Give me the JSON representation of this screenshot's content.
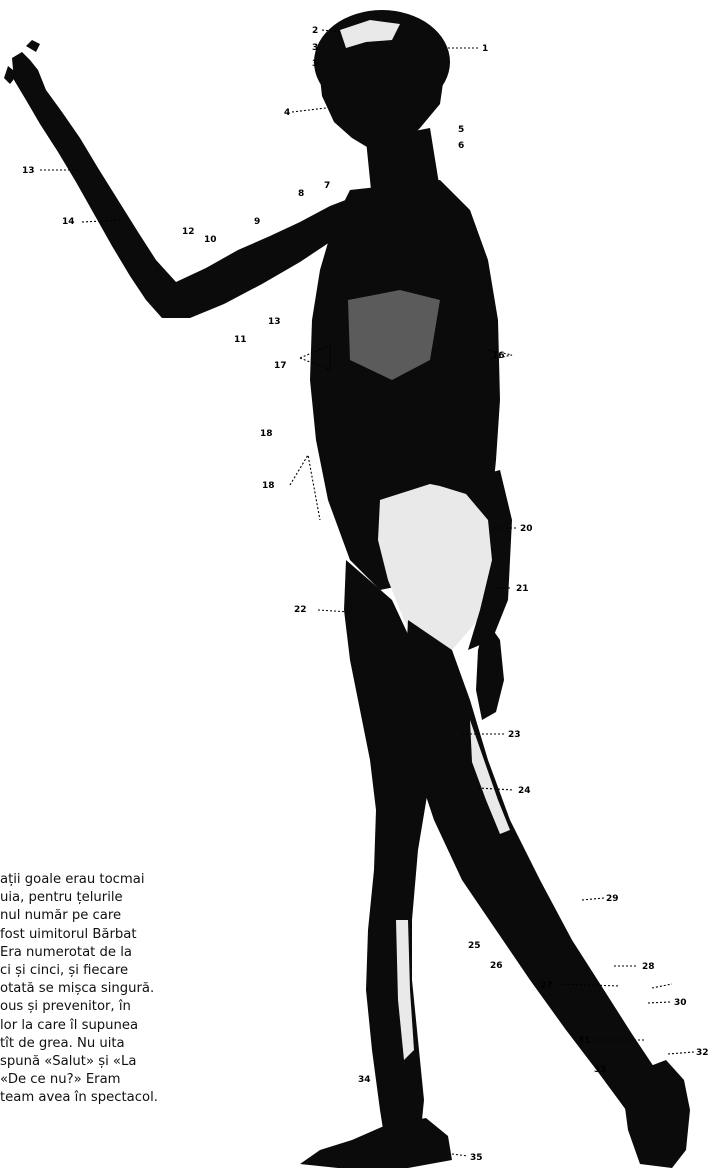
{
  "text": {
    "lines": [
      "ații goale erau tocmai",
      "uia,   pentru   țelurile",
      "nul  număr  pe  care",
      "fost uimitorul Bărbat",
      "Era  numerotat  de  la",
      "ci  și  cinci,  și  fiecare",
      "otată se mișca singură.",
      "ous  și  prevenitor,  în",
      "lor la care îl supunea",
      "tît  de  grea.  Nu  uita",
      "spună  «Salut»  și  «La",
      "«De  ce  nu?»  Eram",
      "team avea în spectacol."
    ]
  },
  "figure": {
    "labels": [
      "1",
      "2",
      "3",
      "3",
      "4",
      "5",
      "6",
      "7",
      "8",
      "9",
      "10",
      "11",
      "12",
      "13",
      "14",
      "13",
      "16",
      "17",
      "18",
      "18",
      "20",
      "21",
      "22",
      "23",
      "24",
      "25",
      "26",
      "27",
      "28",
      "29",
      "30",
      "31",
      "32",
      "33",
      "34",
      "35"
    ]
  }
}
